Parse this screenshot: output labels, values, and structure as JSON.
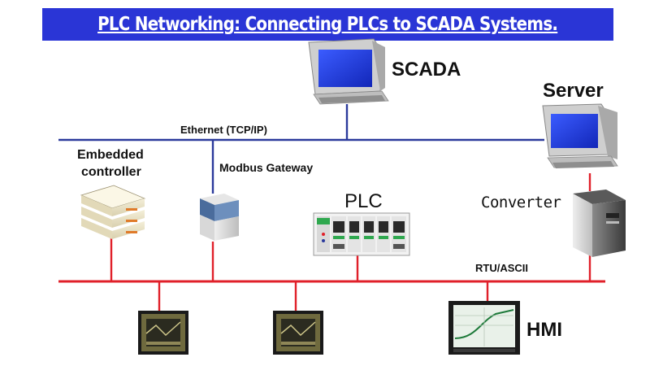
{
  "title": "PLC Networking: Connecting PLCs to SCADA Systems.",
  "nodes": {
    "scada": "SCADA",
    "server": "Server",
    "embedded_controller_line1": "Embedded",
    "embedded_controller_line2": "controller",
    "modbus_gateway": "Modbus Gateway",
    "plc": "PLC",
    "converter": "Converter",
    "hmi": "HMI"
  },
  "networks": {
    "ethernet": "Ethernet (TCP/IP)",
    "serial": "RTU/ASCII"
  },
  "colors": {
    "title_background": "#2a35d6",
    "ethernet_line": "#2b3a9c",
    "serial_line": "#e0202a",
    "monitor_screen": "#1e40d8"
  }
}
